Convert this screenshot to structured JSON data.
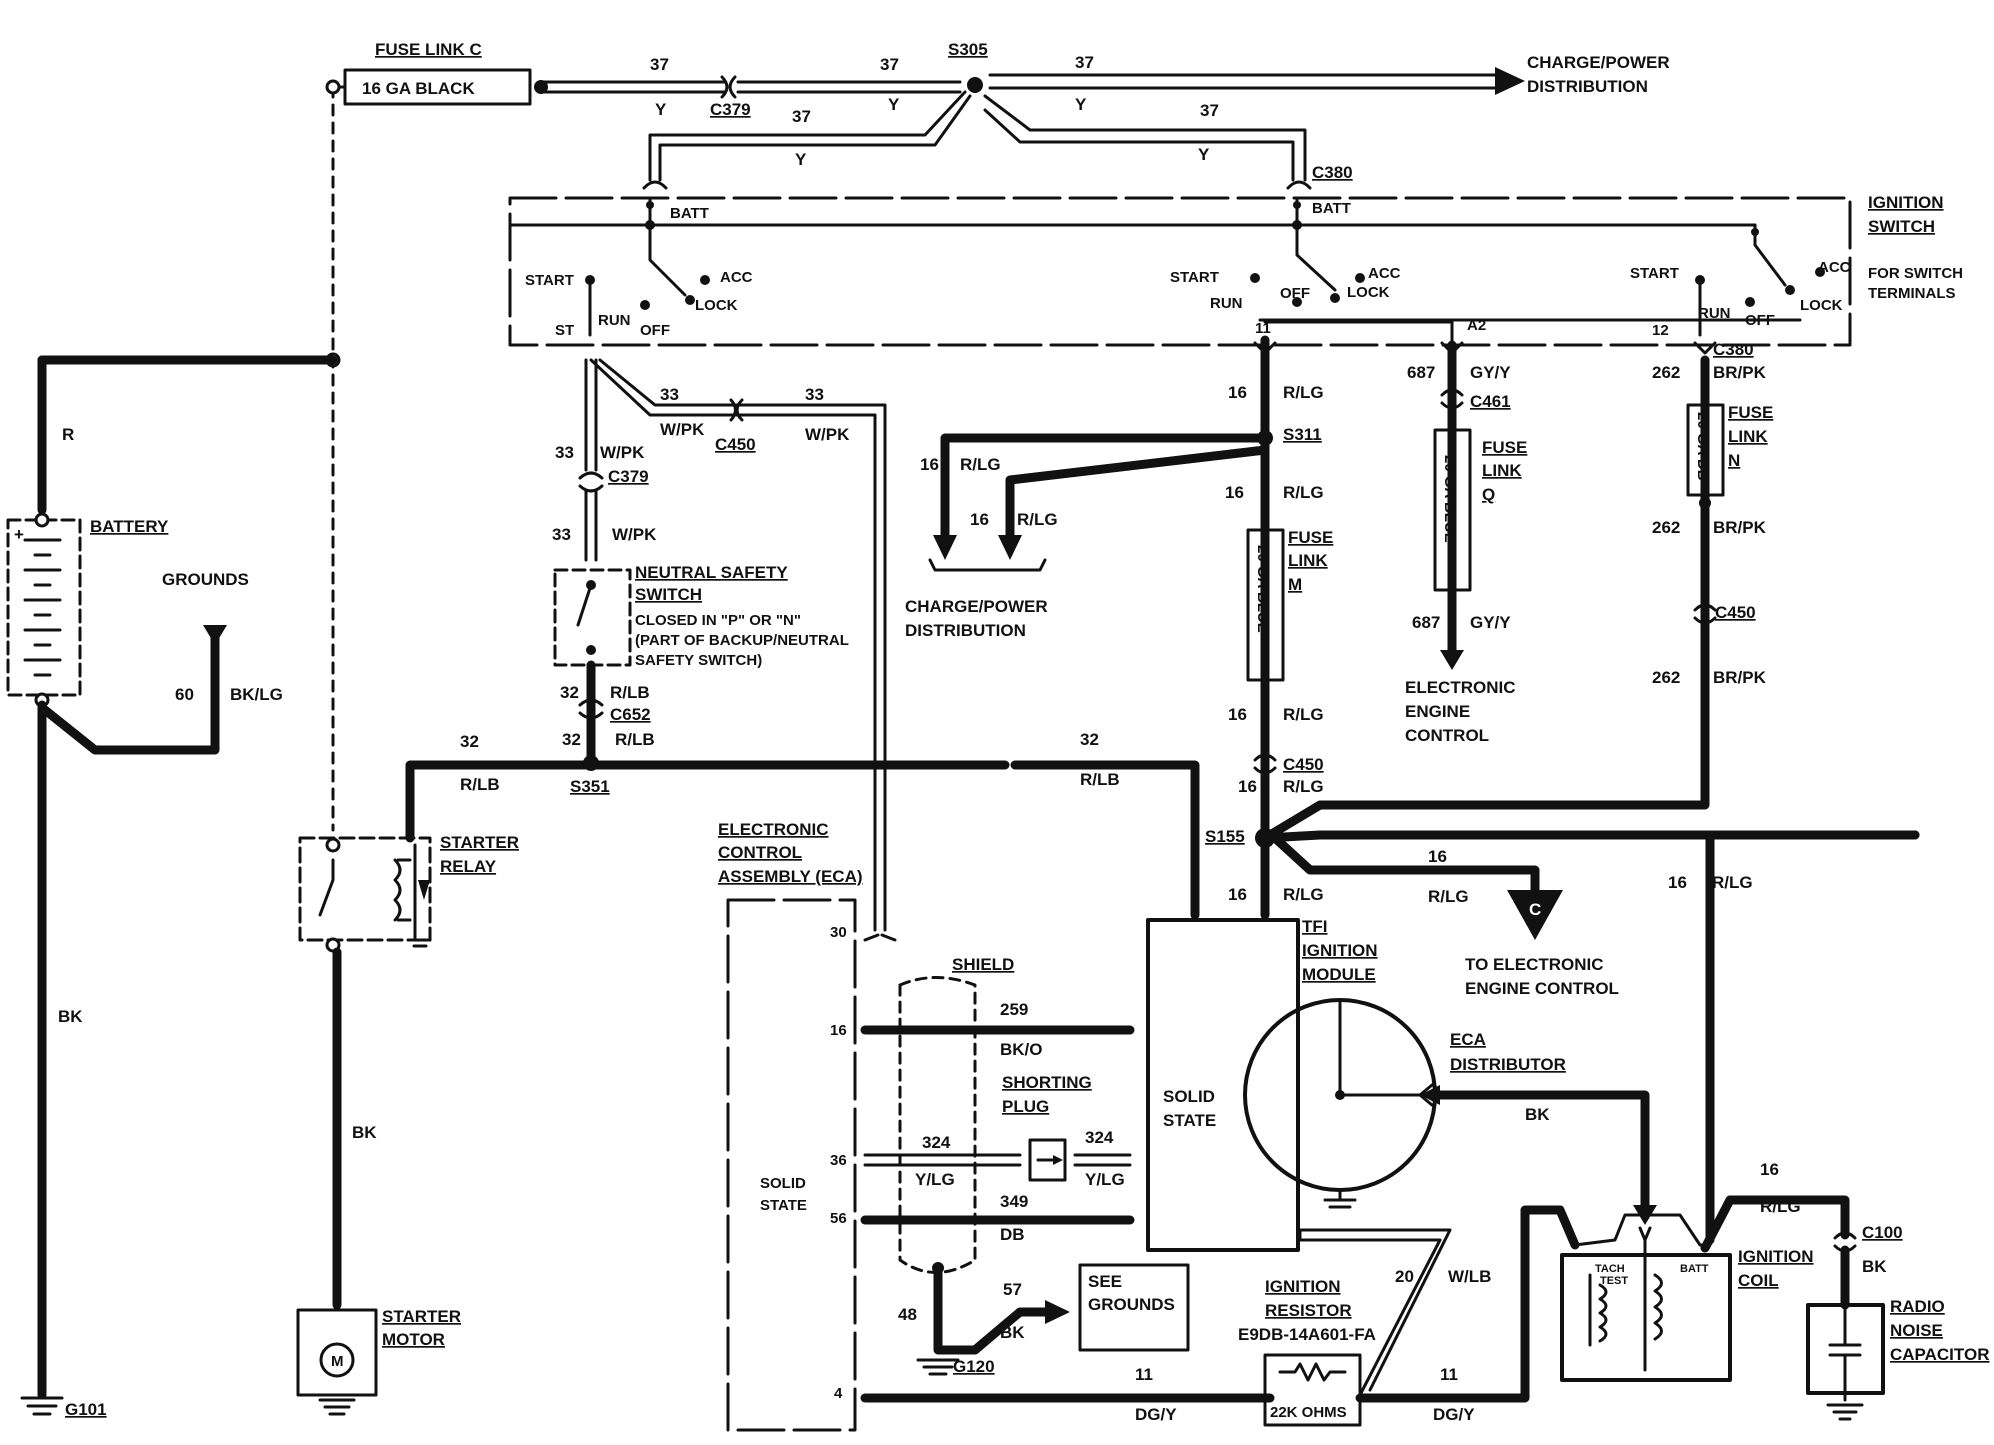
{
  "labels": {
    "fuse_link_c": "FUSE LINK C",
    "ga16_black": "16 GA BLACK",
    "charge_power_dist": [
      "CHARGE/POWER",
      "DISTRIBUTION"
    ],
    "ignition_switch": [
      "IGNITION",
      "SWITCH"
    ],
    "for_switch_terminals": [
      "FOR SWITCH",
      "TERMINALS"
    ],
    "battery": "BATTERY",
    "grounds": "GROUNDS",
    "neutral_safety_switch": [
      "NEUTRAL SAFETY",
      "SWITCH"
    ],
    "nss_note": [
      "CLOSED IN \"P\" OR \"N\"",
      "(PART OF BACKUP/NEUTRAL",
      "SAFETY SWITCH)"
    ],
    "starter_relay": [
      "STARTER",
      "RELAY"
    ],
    "starter_motor": [
      "STARTER",
      "MOTOR"
    ],
    "eca": [
      "ELECTRONIC",
      "CONTROL",
      "ASSEMBLY (ECA)"
    ],
    "solid_state": [
      "SOLID",
      "STATE"
    ],
    "shield": "SHIELD",
    "shorting_plug": [
      "SHORTING",
      "PLUG"
    ],
    "see_grounds": [
      "SEE",
      "GROUNDS"
    ],
    "tfi": [
      "TFI",
      "IGNITION",
      "MODULE"
    ],
    "eca_distributor": [
      "ECA",
      "DISTRIBUTOR"
    ],
    "to_eec": [
      "TO ELECTRONIC",
      "ENGINE CONTROL"
    ],
    "eec": [
      "ELECTRONIC",
      "ENGINE",
      "CONTROL"
    ],
    "ignition_resistor": [
      "IGNITION",
      "RESISTOR"
    ],
    "resistor_part": "E9DB-14A601-FA",
    "ohms": "22K OHMS",
    "ignition_coil": [
      "IGNITION",
      "COIL"
    ],
    "radio_noise_capacitor": [
      "RADIO",
      "NOISE",
      "CAPACITOR"
    ],
    "fuse_link_m": [
      "FUSE",
      "LINK",
      "M"
    ],
    "fuse_link_q": [
      "FUSE",
      "LINK",
      "Q"
    ],
    "fuse_link_n": [
      "FUSE",
      "LINK",
      "N"
    ],
    "ga20_blue": "20 GA BLUE",
    "ga20_db": "20 GA DB",
    "tach_test": [
      "TACH",
      "TEST"
    ],
    "batt": "BATT",
    "connector_c": "C"
  },
  "switch_terms": {
    "batt": "BATT",
    "start": "START",
    "run": "RUN",
    "off": "OFF",
    "acc": "ACC",
    "lock": "LOCK",
    "st": "ST",
    "t11": "11",
    "a2": "A2",
    "t12": "12"
  },
  "connectors": {
    "s305": "S305",
    "c379": "C379",
    "c380": "C380",
    "s311": "S311",
    "c461": "C461",
    "c450": "C450",
    "s351": "S351",
    "c652": "C652",
    "s155": "S155",
    "g101": "G101",
    "g120": "G120",
    "c100": "C100"
  },
  "wires": {
    "n37": "37",
    "y": "Y",
    "n33": "33",
    "wpk": "W/PK",
    "n16": "16",
    "rlg": "R/LG",
    "n687": "687",
    "gyy": "GY/Y",
    "n262": "262",
    "brpk": "BR/PK",
    "n32": "32",
    "rlb": "R/LB",
    "n60": "60",
    "bklg": "BK/LG",
    "r": "R",
    "bk": "BK",
    "n259": "259",
    "bko": "BK/O",
    "n324": "324",
    "ylg": "Y/LG",
    "n349": "349",
    "db": "DB",
    "n48": "48",
    "n57": "57",
    "n20": "20",
    "wlb": "W/LB",
    "n11": "11",
    "dgy": "DG/Y"
  },
  "eca_pins": {
    "p30": "30",
    "p16": "16",
    "p36": "36",
    "p56": "56",
    "p4": "4"
  },
  "starter_m": "M"
}
